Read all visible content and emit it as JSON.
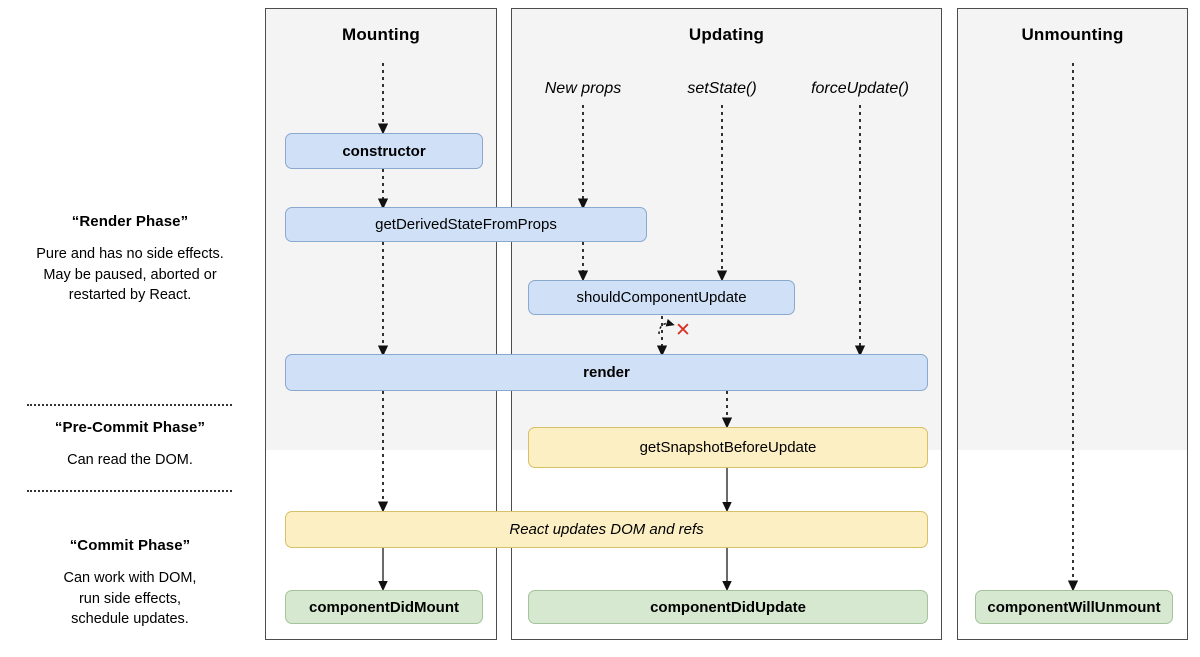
{
  "legend": {
    "blocks": [
      {
        "title": "“Render Phase”",
        "body": "Pure and has no side effects.\nMay be paused, aborted or\nrestarted by React."
      },
      {
        "title": "“Pre-Commit Phase”",
        "body": "Can read the DOM."
      },
      {
        "title": "“Commit Phase”",
        "body": "Can work with DOM,\nrun side effects,\nschedule updates."
      }
    ]
  },
  "columns": {
    "mounting": {
      "title": "Mounting"
    },
    "updating": {
      "title": "Updating"
    },
    "unmounting": {
      "title": "Unmounting"
    }
  },
  "triggers": {
    "new_props": "New props",
    "set_state": "setState()",
    "force_update": "forceUpdate()"
  },
  "boxes": {
    "constructor": "constructor",
    "get_derived_state_from_props": "getDerivedStateFromProps",
    "should_component_update": "shouldComponentUpdate",
    "render": "render",
    "get_snapshot_before_update": "getSnapshotBeforeUpdate",
    "react_updates_dom": "React updates DOM and refs",
    "component_did_mount": "componentDidMount",
    "component_did_update": "componentDidUpdate",
    "component_will_unmount": "componentWillUnmount"
  },
  "annotations": {
    "skip_render_x": "✕"
  },
  "colors": {
    "render_phase_box": "#cfe0f7",
    "commit_pre_box": "#fcefc4",
    "commit_box": "#d6e8d0",
    "panel_gray": "#f4f4f4",
    "skip_mark": "#d93025"
  }
}
